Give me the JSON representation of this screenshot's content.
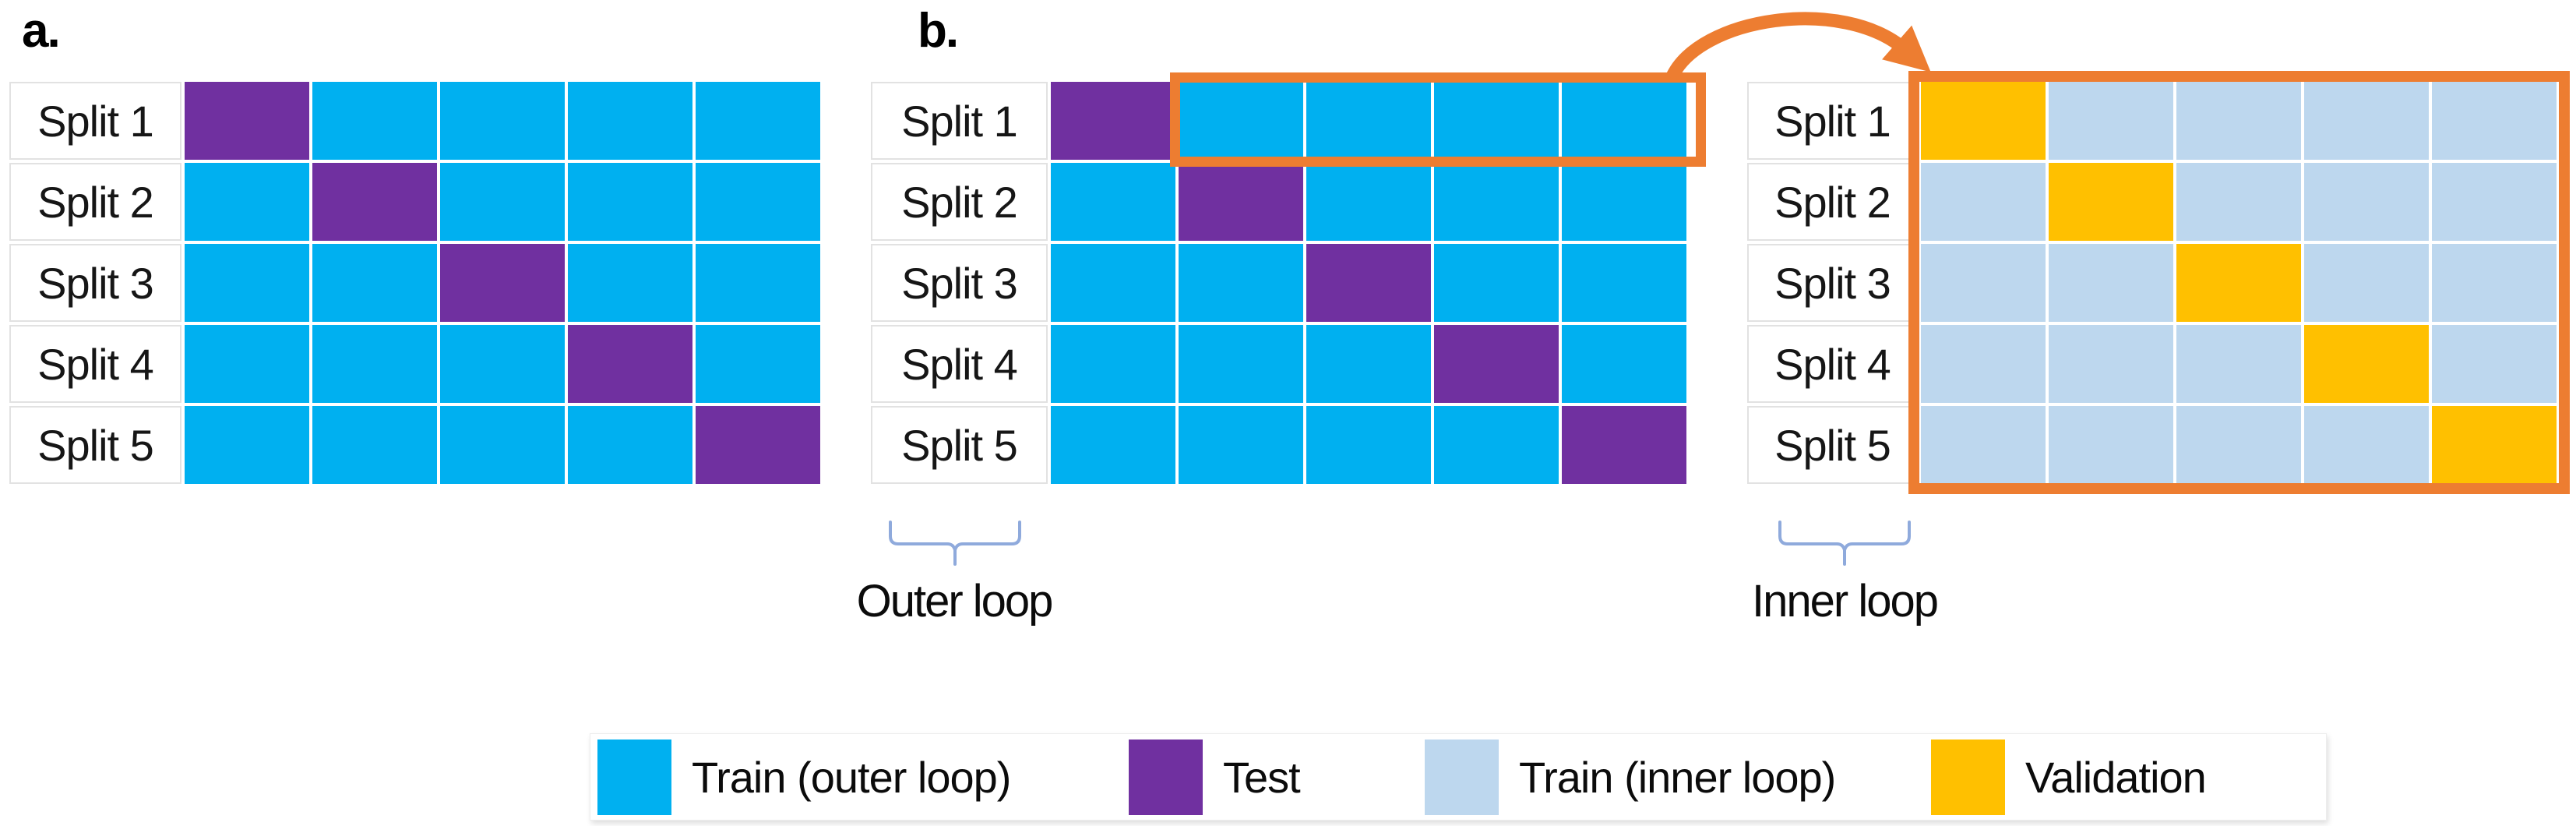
{
  "figure": {
    "panel_a_label": "a.",
    "panel_b_label": "b.",
    "row_labels": [
      "Split 1",
      "Split 2",
      "Split 3",
      "Split 4",
      "Split 5"
    ],
    "outer_loop_label": "Outer loop",
    "inner_loop_label": "Inner loop"
  },
  "grids": {
    "panel_a": {
      "cells": [
        [
          "test",
          "train_outer",
          "train_outer",
          "train_outer",
          "train_outer"
        ],
        [
          "train_outer",
          "test",
          "train_outer",
          "train_outer",
          "train_outer"
        ],
        [
          "train_outer",
          "train_outer",
          "test",
          "train_outer",
          "train_outer"
        ],
        [
          "train_outer",
          "train_outer",
          "train_outer",
          "test",
          "train_outer"
        ],
        [
          "train_outer",
          "train_outer",
          "train_outer",
          "train_outer",
          "test"
        ]
      ]
    },
    "panel_b": {
      "highlighted_row": "Split 1",
      "cells": [
        [
          "test",
          "train_outer",
          "train_outer",
          "train_outer",
          "train_outer"
        ],
        [
          "train_outer",
          "test",
          "train_outer",
          "train_outer",
          "train_outer"
        ],
        [
          "train_outer",
          "train_outer",
          "test",
          "train_outer",
          "train_outer"
        ],
        [
          "train_outer",
          "train_outer",
          "train_outer",
          "test",
          "train_outer"
        ],
        [
          "train_outer",
          "train_outer",
          "train_outer",
          "train_outer",
          "test"
        ]
      ]
    },
    "inner": {
      "cells": [
        [
          "validation",
          "train_inner",
          "train_inner",
          "train_inner",
          "train_inner"
        ],
        [
          "train_inner",
          "validation",
          "train_inner",
          "train_inner",
          "train_inner"
        ],
        [
          "train_inner",
          "train_inner",
          "validation",
          "train_inner",
          "train_inner"
        ],
        [
          "train_inner",
          "train_inner",
          "train_inner",
          "validation",
          "train_inner"
        ],
        [
          "train_inner",
          "train_inner",
          "train_inner",
          "train_inner",
          "validation"
        ]
      ]
    }
  },
  "legend": {
    "items": [
      {
        "key": "train_outer",
        "label": "Train (outer loop)"
      },
      {
        "key": "test",
        "label": "Test"
      },
      {
        "key": "train_inner",
        "label": "Train (inner loop)"
      },
      {
        "key": "validation",
        "label": "Validation"
      }
    ]
  },
  "colors": {
    "train_outer": "#00B0F0",
    "test": "#7030A0",
    "train_inner": "#BDD7EE",
    "validation": "#FFC000",
    "highlight": "#ED7D31",
    "brace": "#8FAADC"
  }
}
